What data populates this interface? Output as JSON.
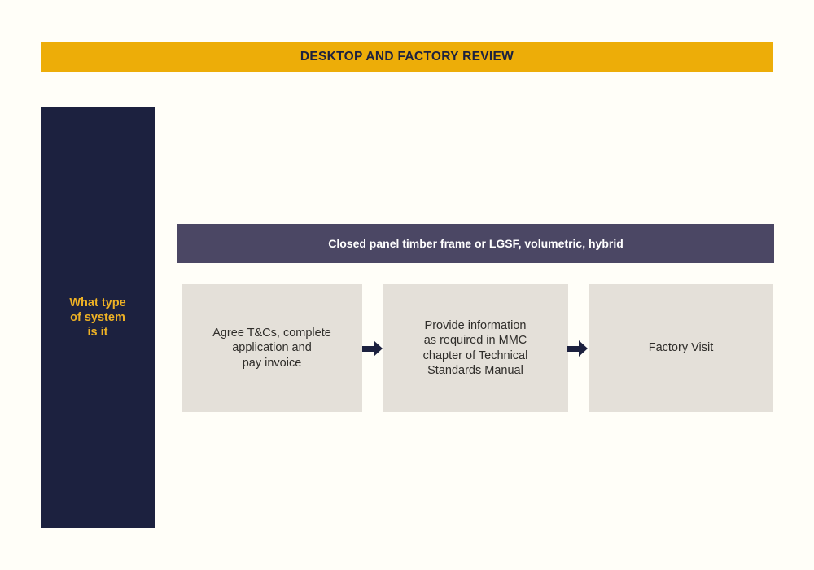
{
  "colors": {
    "bg": "#FFFEF8",
    "yellow": "#EDAD08",
    "navy": "#1C213F",
    "sidebar-text": "#EDB125",
    "purple": "#4B4764",
    "box-bg": "#E4E0D9",
    "box-text": "#2F2D2A",
    "white": "#FFFFFF"
  },
  "header": {
    "title": "DESKTOP AND FACTORY REVIEW"
  },
  "sidebar": {
    "label": "What type\nof system\nis it"
  },
  "category_bar": {
    "label": "Closed panel timber frame or LGSF, volumetric, hybrid"
  },
  "flow": {
    "steps": [
      {
        "label": "Agree T&Cs, complete\napplication and\npay invoice"
      },
      {
        "label": "Provide information\nas required in MMC\nchapter of Technical\nStandards Manual"
      },
      {
        "label": "Factory Visit"
      }
    ]
  }
}
